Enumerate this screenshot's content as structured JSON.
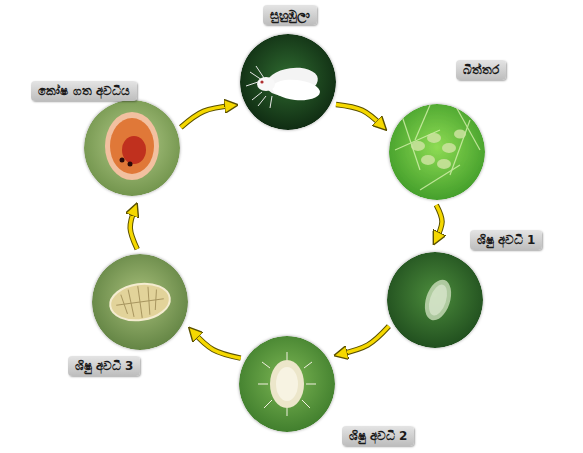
{
  "diagram": {
    "nodes": [
      {
        "text": [
          "සුහුඹුලා"
        ]
      },
      {
        "text": [
          "බිත්තර"
        ]
      },
      {
        "text": [
          "ශිෂු අවධි 1"
        ]
      },
      {
        "text": [
          "ශිෂු අවධි 2"
        ]
      },
      {
        "text": [
          "ශිෂු අවධි 3"
        ]
      },
      {
        "text": [
          "කෝෂ ගත අවධිය"
        ]
      }
    ],
    "edges": [
      {
        "from": 0,
        "to": 1,
        "arrow": "to"
      },
      {
        "from": 1,
        "to": 2,
        "arrow": "to"
      },
      {
        "from": 2,
        "to": 3,
        "arrow": "to"
      },
      {
        "from": 3,
        "to": 4,
        "arrow": "to"
      },
      {
        "from": 4,
        "to": 5,
        "arrow": "to"
      },
      {
        "from": 5,
        "to": 0,
        "arrow": "to"
      }
    ]
  }
}
